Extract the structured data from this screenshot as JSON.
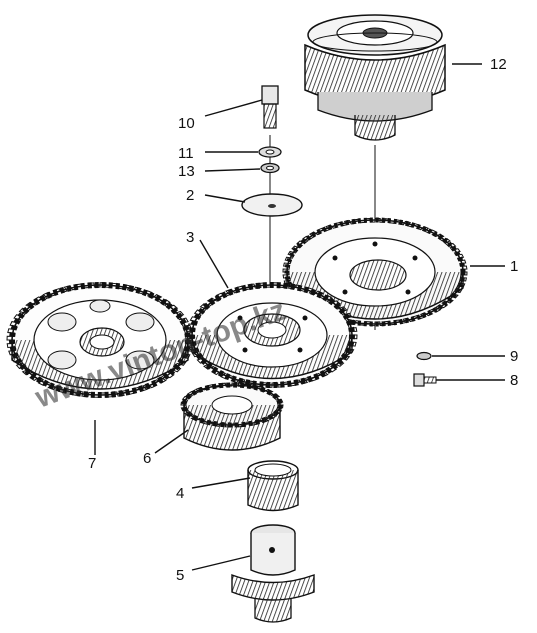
{
  "watermark": "www.vinton-top.kz",
  "part_labels": {
    "p1": "1",
    "p2": "2",
    "p3": "3",
    "p4": "4",
    "p5": "5",
    "p6": "6",
    "p7": "7",
    "p8": "8",
    "p9": "9",
    "p10": "10",
    "p11": "11",
    "p12": "12",
    "p13": "13"
  }
}
